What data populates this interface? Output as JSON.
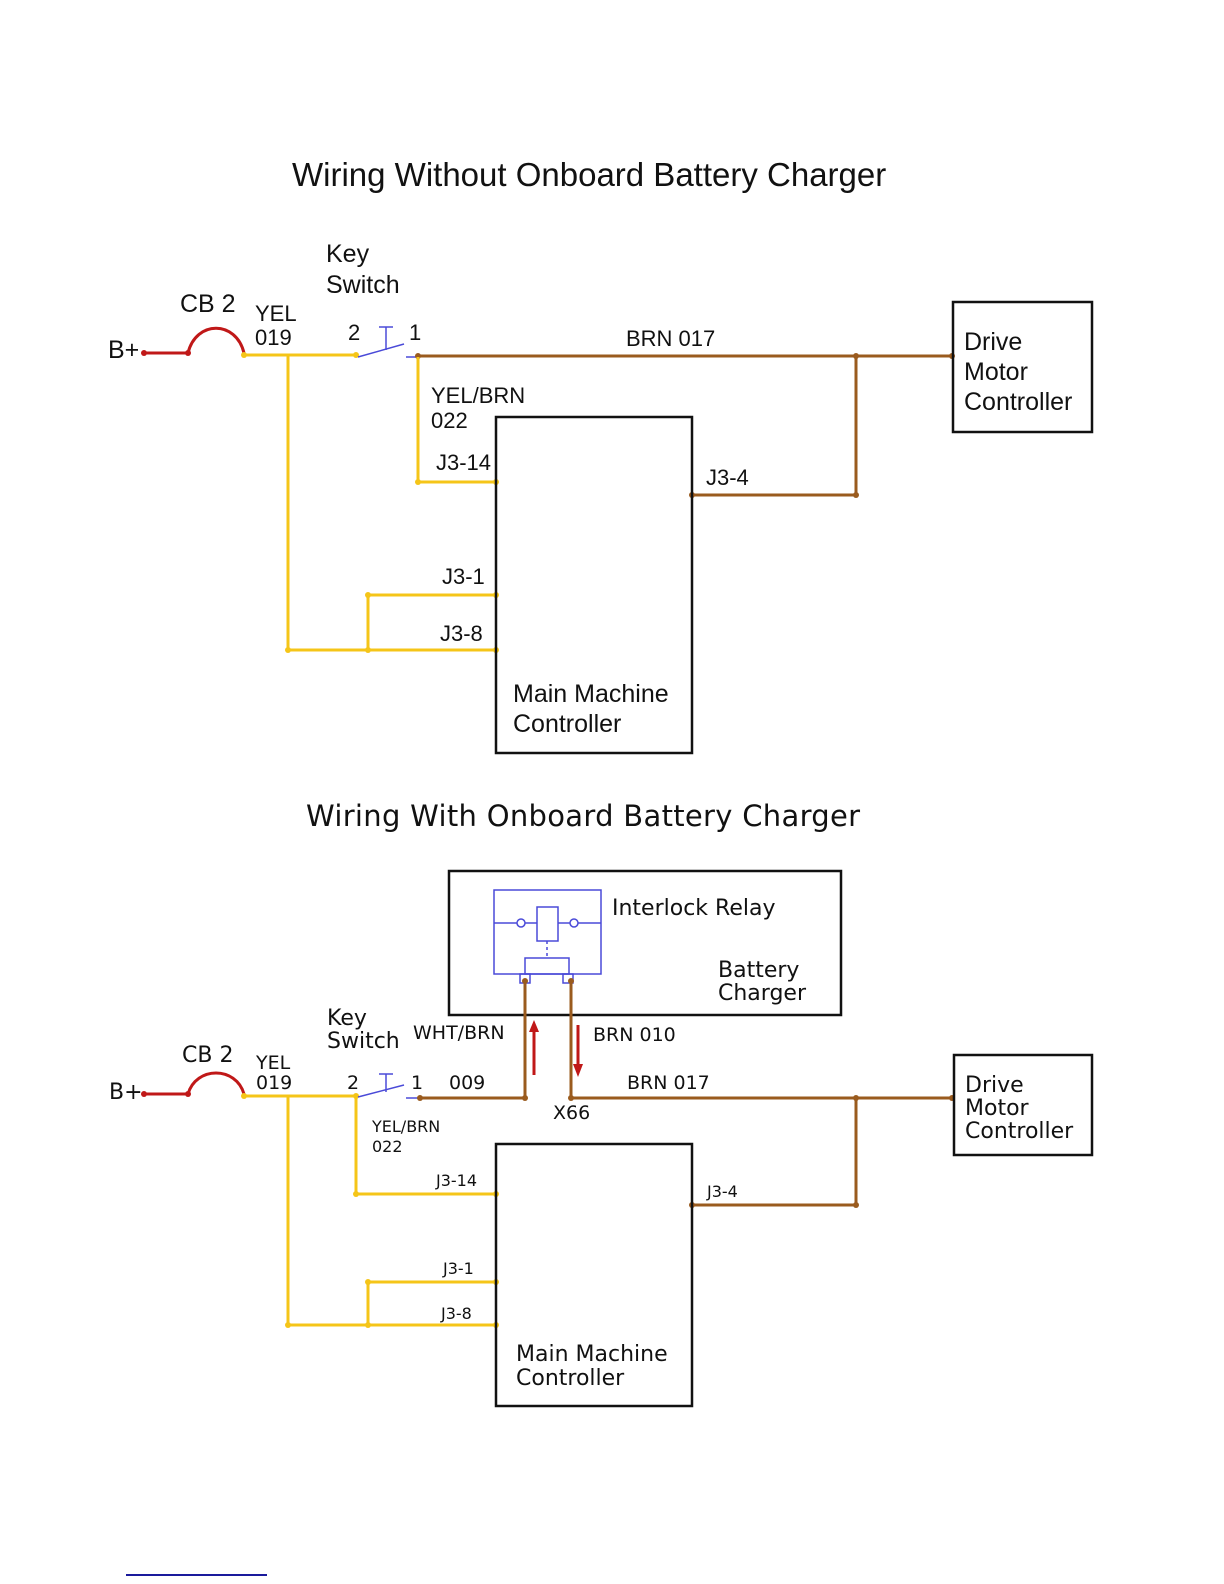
{
  "diagram_top": {
    "title": "Wiring Without Onboard Battery Charger",
    "battery": "B+",
    "breaker": "CB 2",
    "wire_019": [
      "YEL",
      "019"
    ],
    "key_switch": [
      "Key",
      "Switch"
    ],
    "switch_terminals": {
      "in": "2",
      "out": "1"
    },
    "wire_017": "BRN 017",
    "wire_022": [
      "YEL/BRN",
      "022"
    ],
    "pins": {
      "j3_14": "J3-14",
      "j3_4": "J3-4",
      "j3_1": "J3-1",
      "j3_8": "J3-8"
    },
    "main_controller": [
      "Main Machine",
      "Controller"
    ],
    "drive_controller": [
      "Drive",
      "Motor",
      "Controller"
    ]
  },
  "diagram_bottom": {
    "title": "Wiring With Onboard Battery Charger",
    "battery": "B+",
    "breaker": "CB 2",
    "wire_019": [
      "YEL",
      "019"
    ],
    "key_switch": [
      "Key",
      "Switch"
    ],
    "switch_terminals": {
      "in": "2",
      "out": "1"
    },
    "wire_009": "009",
    "wire_wht_brn": "WHT/BRN",
    "wire_010": "BRN 010",
    "wire_017": "BRN 017",
    "connector": "X66",
    "wire_022": [
      "YEL/BRN",
      "022"
    ],
    "relay": "Interlock Relay",
    "charger": [
      "Battery",
      "Charger"
    ],
    "pins": {
      "j3_14": "J3-14",
      "j3_4": "J3-4",
      "j3_1": "J3-1",
      "j3_8": "J3-8"
    },
    "main_controller": [
      "Main Machine",
      "Controller"
    ],
    "drive_controller": [
      "Drive",
      "Motor",
      "Controller"
    ]
  },
  "colors": {
    "yellow_wire": "#f5c518",
    "brown_wire": "#9a5b1e",
    "red_wire": "#c01818",
    "switch_blue": "#4a4ad8"
  }
}
